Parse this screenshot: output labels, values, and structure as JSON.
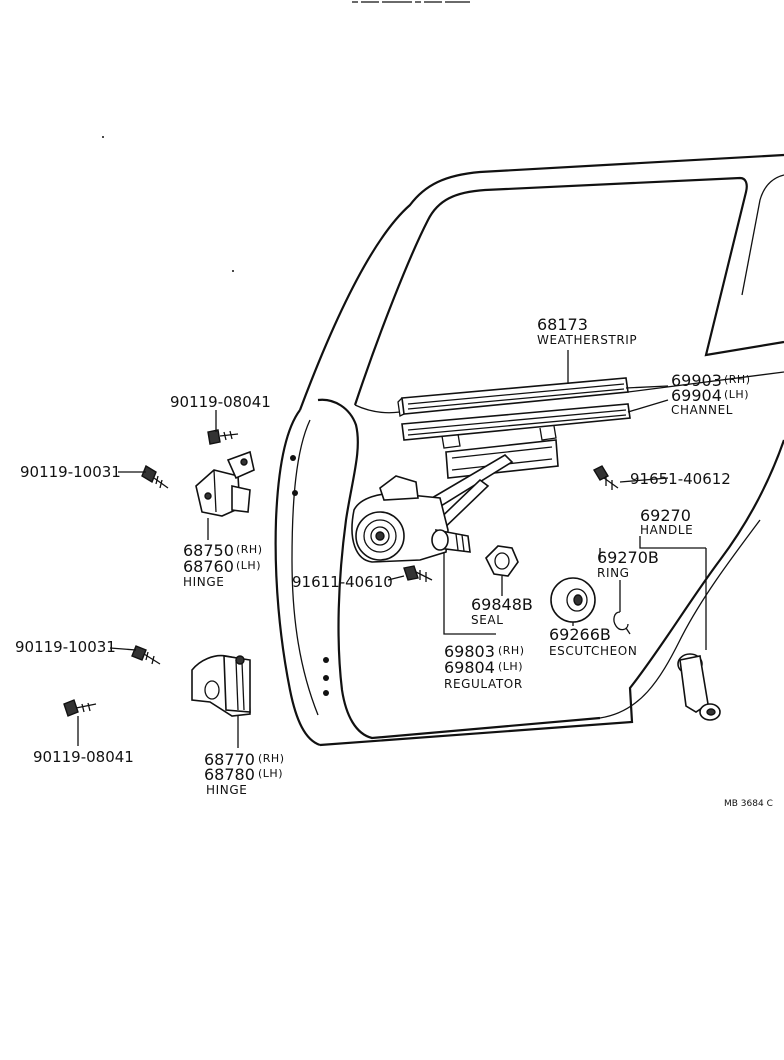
{
  "labels": {
    "weatherstrip_num": "68173",
    "weatherstrip_name": "WEATHERSTRIP",
    "channel_rh_num": "69903",
    "channel_rh_sfx": "(RH)",
    "channel_lh_num": "69904",
    "channel_lh_sfx": "(LH)",
    "channel_name": "CHANNEL",
    "bolt_upper_top": "90119-08041",
    "bolt_upper_side": "90119-10031",
    "hinge_upper_rh_num": "68750",
    "hinge_upper_rh_sfx": "(RH)",
    "hinge_upper_lh_num": "68760",
    "hinge_upper_lh_sfx": "(LH)",
    "hinge_upper_name": "HINGE",
    "bolt_regulator": "91611-40610",
    "bolt_channel": "91651-40612",
    "handle_num": "69270",
    "handle_name": "HANDLE",
    "ring_num": "69270B",
    "ring_name": "RING",
    "seal_num": "69848B",
    "seal_name": "SEAL",
    "escutcheon_num": "69266B",
    "escutcheon_name": "ESCUTCHEON",
    "regulator_rh_num": "69803",
    "regulator_rh_sfx": "(RH)",
    "regulator_lh_num": "69804",
    "regulator_lh_sfx": "(LH)",
    "regulator_name": "REGULATOR",
    "bolt_lower_side": "90119-10031",
    "bolt_lower_bottom": "90119-08041",
    "hinge_lower_rh_num": "68770",
    "hinge_lower_rh_sfx": "(RH)",
    "hinge_lower_lh_num": "68780",
    "hinge_lower_lh_sfx": "(LH)",
    "hinge_lower_name": "HINGE",
    "diagram_code": "MB 3684 C"
  }
}
